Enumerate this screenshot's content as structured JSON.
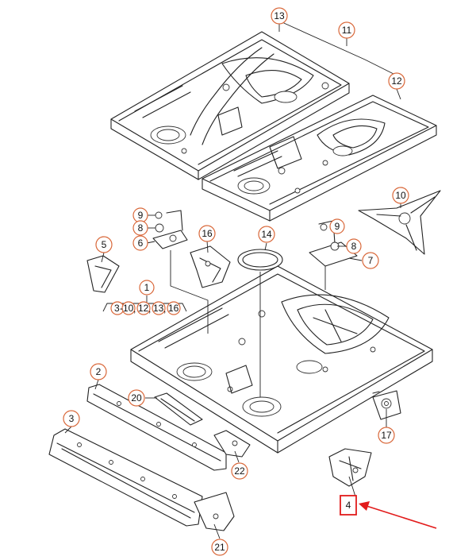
{
  "callouts": {
    "c1": "1",
    "c2": "2",
    "c3": "3",
    "c4": "4",
    "c5": "5",
    "c6": "6",
    "c7": "7",
    "c8a": "8",
    "c8b": "8",
    "c9a": "9",
    "c9b": "9",
    "c10": "10",
    "c11": "11",
    "c12": "12",
    "c13": "13",
    "c14": "14",
    "c16": "16",
    "c17": "17",
    "c20": "20",
    "c21": "21",
    "c22": "22"
  },
  "group": {
    "n3": "3",
    "n10": "10",
    "n12": "12",
    "n13": "13",
    "n16": "16",
    "sep1": "-",
    "sep2": ",",
    "sep3": ",",
    "sep4": ","
  },
  "highlight": {
    "color": "#e21b1b"
  },
  "colors": {
    "callout_ring": "#d9683a",
    "line_art": "#222222"
  }
}
